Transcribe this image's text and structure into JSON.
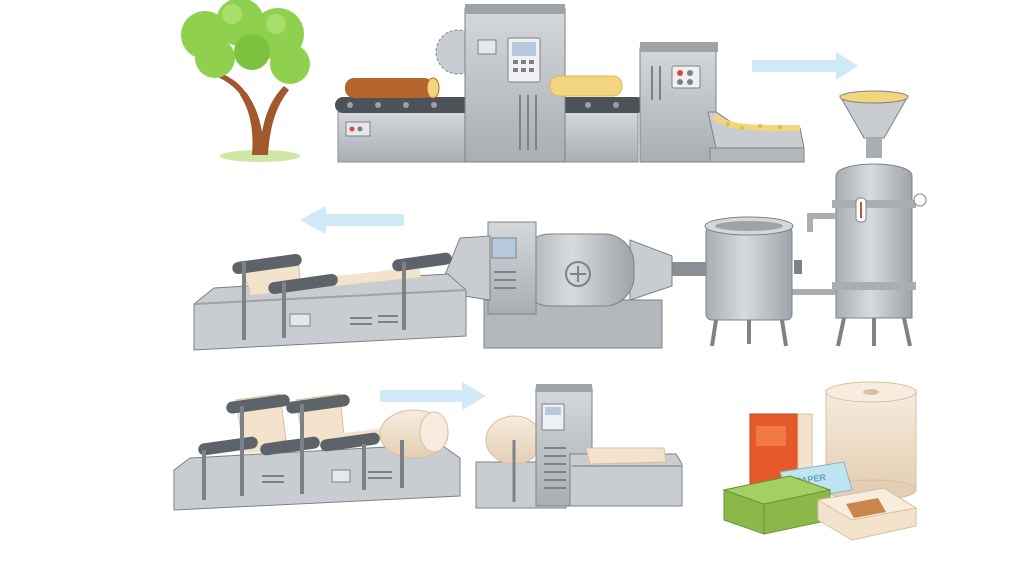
{
  "illustration": {
    "stages": [
      {
        "id": "tree",
        "icon": "tree-icon"
      },
      {
        "id": "debarking",
        "icon": "debarking-machine-icon"
      },
      {
        "id": "chipping",
        "icon": "chipping-machine-icon"
      },
      {
        "id": "pulp-digester",
        "icon": "digester-tank-icon"
      },
      {
        "id": "pulp-vat",
        "icon": "pulp-vat-icon"
      },
      {
        "id": "drying",
        "icon": "drying-drum-icon"
      },
      {
        "id": "pressing",
        "icon": "press-rollers-icon"
      },
      {
        "id": "calendering",
        "icon": "calender-rollers-icon"
      },
      {
        "id": "cutting",
        "icon": "cutting-machine-icon"
      },
      {
        "id": "products",
        "icon": "paper-products-icon"
      }
    ],
    "arrows": [
      {
        "direction": "right",
        "icon": "arrow-right-icon"
      },
      {
        "direction": "left",
        "icon": "arrow-left-icon"
      },
      {
        "direction": "right",
        "icon": "arrow-right-icon"
      }
    ],
    "product_label": "PAPER"
  },
  "colors": {
    "machine_light": "#c9cdd1",
    "machine_mid": "#a9aeb3",
    "machine_dark": "#7d8287",
    "arrow": "#cfe9f7",
    "tree_leaf": "#8fd14f",
    "trunk": "#a0582c",
    "log": "#b5652d",
    "pulp": "#f2d57c",
    "paper": "#f3e3cc",
    "book_cover": "#e65a2a",
    "green_pack": "#8ab94a",
    "screen": "#b7c9dc"
  }
}
